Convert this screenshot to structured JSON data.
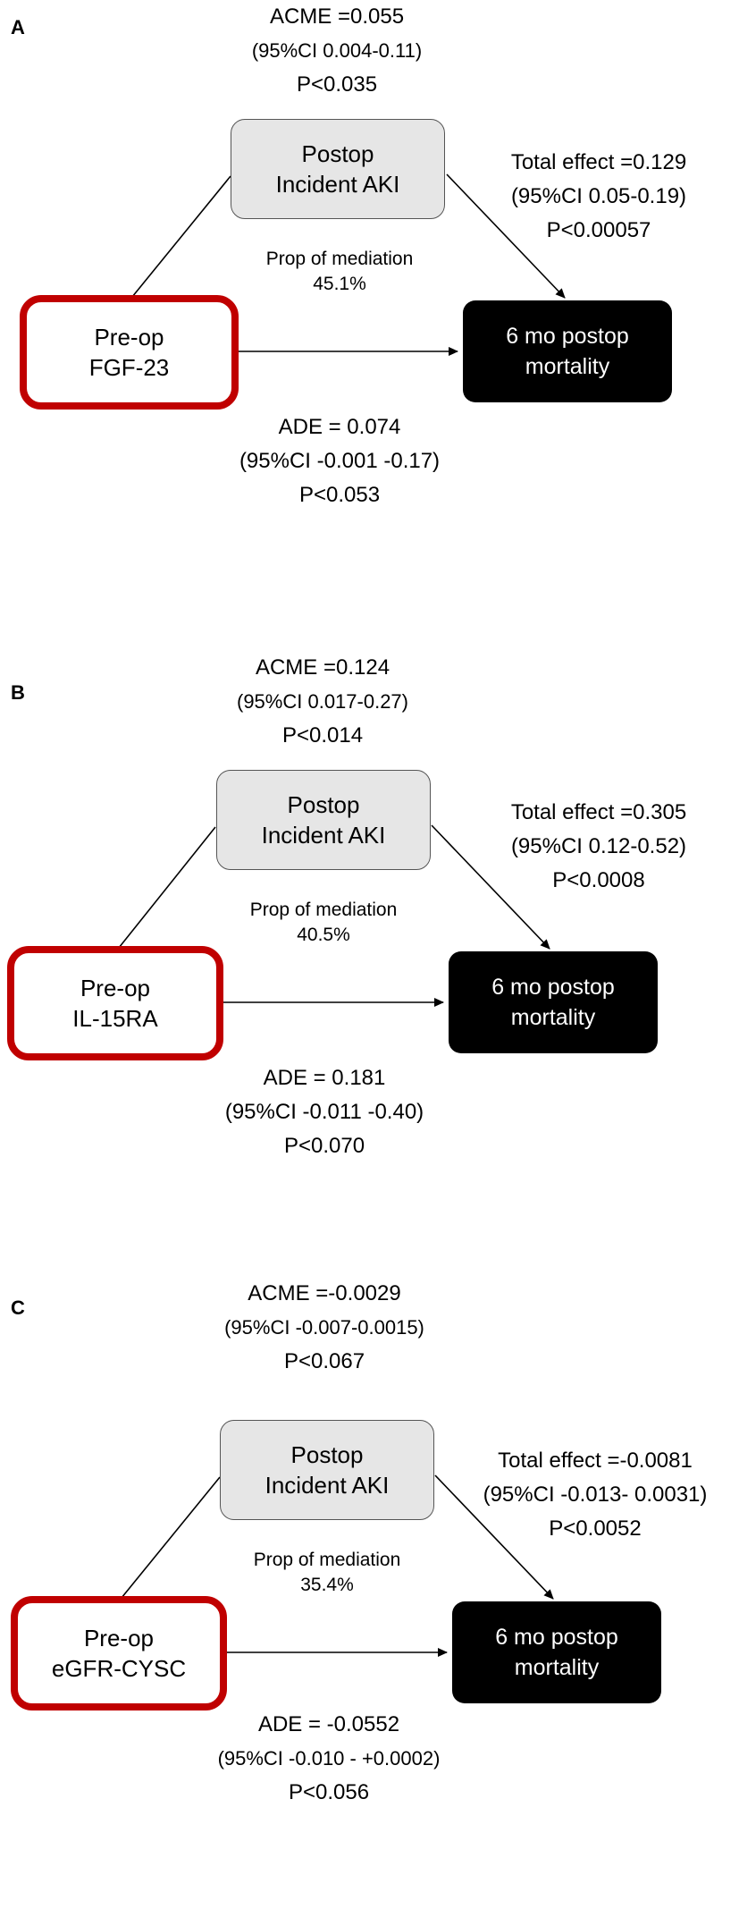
{
  "colors": {
    "exposure_border": "#c00000",
    "mediator_fill": "#e6e6e6",
    "outcome_fill": "#000000"
  },
  "panels": [
    {
      "label": "A",
      "mediator": {
        "line1": "Postop",
        "line2": "Incident AKI"
      },
      "exposure": {
        "line1": "Pre-op",
        "line2": "FGF-23"
      },
      "outcome": {
        "line1": "6 mo postop",
        "line2": "mortality"
      },
      "acme": {
        "value": "ACME =0.055",
        "ci": "(95%CI 0.004-0.11)",
        "p": "P<0.035"
      },
      "total": {
        "value": "Total effect =0.129",
        "ci": "(95%CI 0.05-0.19)",
        "p": "P<0.00057"
      },
      "prop": {
        "label": "Prop of mediation",
        "value": "45.1%"
      },
      "ade": {
        "value": "ADE = 0.074",
        "ci": "(95%CI -0.001 -0.17)",
        "p": "P<0.053"
      }
    },
    {
      "label": "B",
      "mediator": {
        "line1": "Postop",
        "line2": "Incident AKI"
      },
      "exposure": {
        "line1": "Pre-op",
        "line2": "IL-15RA"
      },
      "outcome": {
        "line1": "6 mo postop",
        "line2": "mortality"
      },
      "acme": {
        "value": "ACME =0.124",
        "ci": "(95%CI 0.017-0.27)",
        "p": "P<0.014"
      },
      "total": {
        "value": "Total effect =0.305",
        "ci": "(95%CI 0.12-0.52)",
        "p": "P<0.0008"
      },
      "prop": {
        "label": "Prop of mediation",
        "value": "40.5%"
      },
      "ade": {
        "value": "ADE = 0.181",
        "ci": "(95%CI -0.011 -0.40)",
        "p": "P<0.070"
      }
    },
    {
      "label": "C",
      "mediator": {
        "line1": "Postop",
        "line2": "Incident AKI"
      },
      "exposure": {
        "line1": "Pre-op",
        "line2": "eGFR-CYSC"
      },
      "outcome": {
        "line1": "6 mo postop",
        "line2": "mortality"
      },
      "acme": {
        "value": "ACME =-0.0029",
        "ci": "(95%CI -0.007-0.0015)",
        "p": "P<0.067"
      },
      "total": {
        "value": "Total effect =-0.0081",
        "ci": "(95%CI -0.013- 0.0031)",
        "p": "P<0.0052"
      },
      "prop": {
        "label": "Prop of mediation",
        "value": "35.4%"
      },
      "ade": {
        "value": "ADE = -0.0552",
        "ci": "(95%CI -0.010 - +0.0002)",
        "p": "P<0.056"
      }
    }
  ]
}
